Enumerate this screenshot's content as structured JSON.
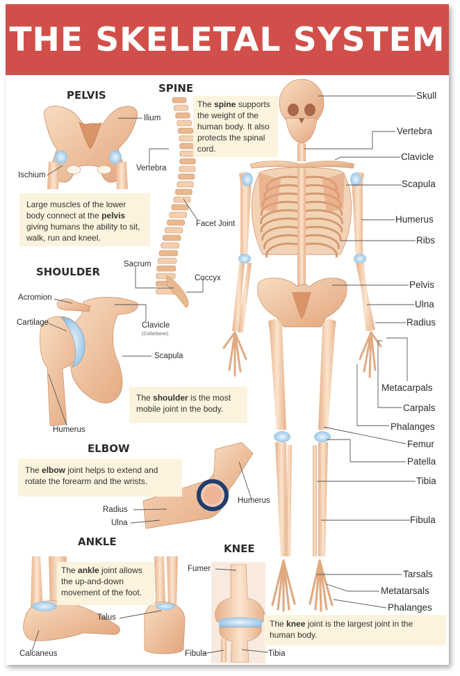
{
  "title": "THE SKELETAL SYSTEM",
  "sections": {
    "pelvis": "PELVIS",
    "spine": "SPINE",
    "shoulder": "SHOULDER",
    "elbow": "ELBOW",
    "ankle": "ANKLE",
    "knee": "KNEE"
  },
  "notes": {
    "spine": {
      "pre": "The ",
      "bold": "spine",
      "post": " supports the weight of the human body. It also protects the spinal cord."
    },
    "pelvis": {
      "pre": "Large muscles of the lower body connect at the ",
      "bold": "pelvis",
      "post": " giving humans the ability to sit, walk, run and kneel."
    },
    "shoulder": {
      "pre": "The ",
      "bold": "shoulder",
      "post": " is the most mobile joint in the body."
    },
    "elbow": {
      "pre": "The ",
      "bold": "elbow",
      "post": " joint helps to extend and rotate the forearm and the wrists."
    },
    "ankle": {
      "pre": "The ",
      "bold": "ankle",
      "post": " joint allows the up-and-down movement of the foot."
    },
    "knee": {
      "pre": "The ",
      "bold": "knee",
      "post": " joint is the largest joint in the human body."
    }
  },
  "labels": {
    "ilium": "Ilium",
    "ischium": "Ischium",
    "vertebra_spine": "Vertebra",
    "facet_joint": "Facet Joint",
    "sacrum": "Sacrum",
    "coccyx": "Coccyx",
    "acromion": "Acromion",
    "cartilage": "Cartilage",
    "clavicle_shoulder": "Clavicle",
    "collarbone": "(Collarbone)",
    "scapula_shoulder": "Scapula",
    "humerus_shoulder": "Humerus",
    "radius_elbow": "Radius",
    "ulna_elbow": "Ulna",
    "humerus_elbow": "Humerus",
    "talus": "Talus",
    "calcaneus": "Calcaneus",
    "fumer": "Fumer",
    "fibula_knee": "Fibula",
    "tibia_knee": "Tibia"
  },
  "skeleton_labels": [
    "Skull",
    "Vertebra",
    "Clavicle",
    "Scapula",
    "Humerus",
    "Ribs",
    "Pelvis",
    "Ulna",
    "Radius",
    "Metacarpals",
    "Carpals",
    "Phalanges",
    "Femur",
    "Patella",
    "Tibia",
    "Fibula",
    "Tarsals",
    "Metatarsals",
    "Phalanges"
  ],
  "colors": {
    "banner": "#d14f4a",
    "bone": "#f0c9a4",
    "note_bg": "#fbf3dd",
    "cartilage": "#9fc7e6"
  }
}
